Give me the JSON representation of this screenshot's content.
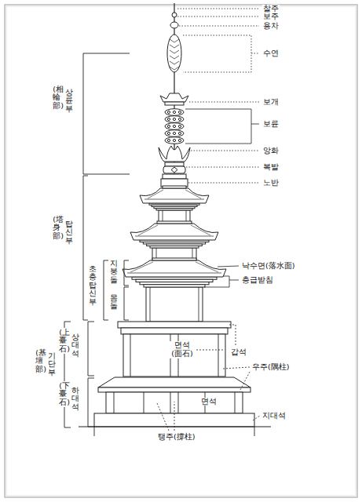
{
  "diagram": {
    "labels": [
      "찰주",
      "보주",
      "용차",
      "수연",
      "보개",
      "보륜",
      "앙화",
      "복발",
      "노반",
      "낙수면(落水面)",
      "층급받침",
      "면석 (面石)",
      "갑석",
      "우주(隅柱)",
      "면석",
      "지대석",
      "탱주(撐柱)",
      "상륜부",
      "(相輪部)",
      "탑신부",
      "(塔身部)",
      "기단부",
      "(基壇部)",
      "초층 탑신부",
      "지붕돌",
      "몸돌",
      "상대석",
      "(上臺石)",
      "하대석",
      "(下臺石)"
    ]
  }
}
